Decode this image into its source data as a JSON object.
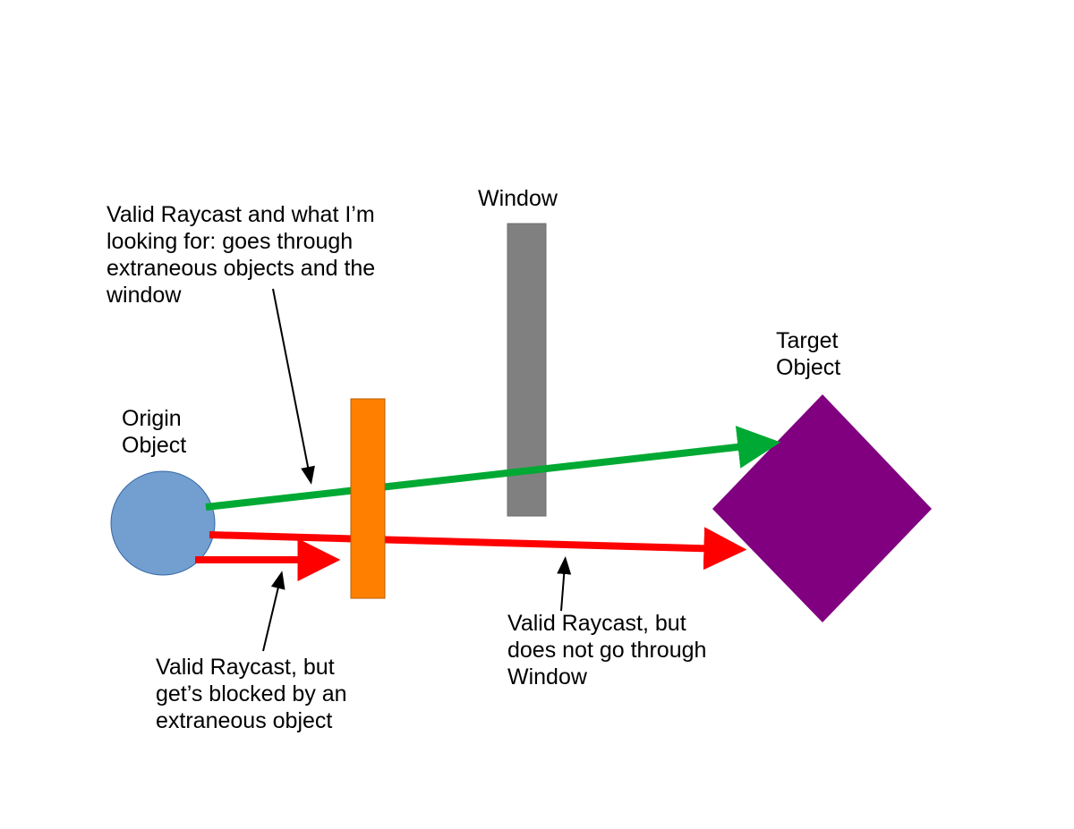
{
  "colors": {
    "origin": "#729fcf",
    "extraneous": "#ff8000",
    "window": "#808080",
    "target": "#800080",
    "valid_ray": "#00a933",
    "blocked_ray": "#ff0000",
    "pointer": "#000000"
  },
  "labels": {
    "window": "Window",
    "target": "Target\nObject",
    "origin": "Origin\nObject",
    "green_ray": "Valid Raycast and what I’m\nlooking for: goes through\nextraneous objects and the\nwindow",
    "red_short_ray": "Valid Raycast, but\nget’s blocked by an\nextraneous object",
    "red_long_ray": "Valid Raycast, but\ndoes not go through\nWindow"
  }
}
